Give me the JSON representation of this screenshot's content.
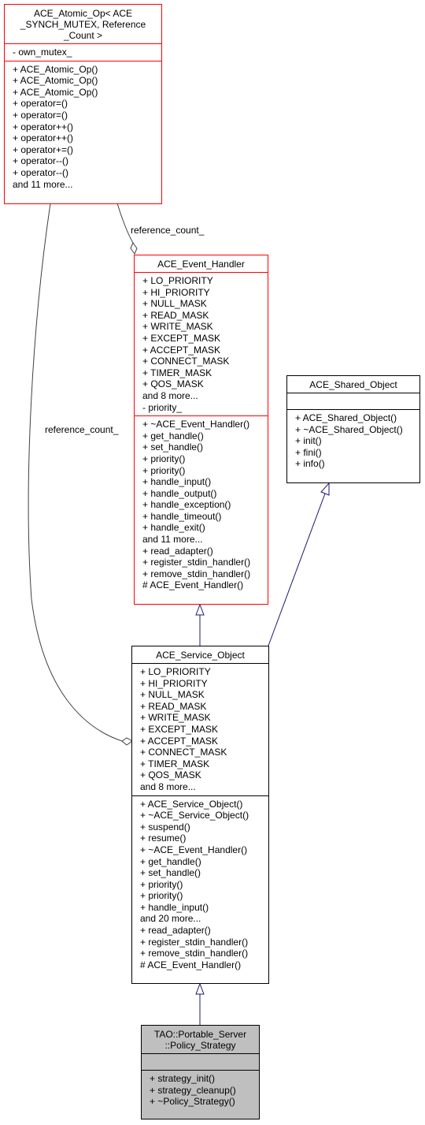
{
  "classes": {
    "atomic_op": {
      "title_lines": [
        "ACE_Atomic_Op< ACE",
        "_SYNCH_MUTEX, Reference",
        "_Count >"
      ],
      "attributes": [
        "- own_mutex_"
      ],
      "methods": [
        "+ ACE_Atomic_Op()",
        "+ ACE_Atomic_Op()",
        "+ ACE_Atomic_Op()",
        "+ operator=()",
        "+ operator=()",
        "+ operator++()",
        "+ operator++()",
        "+ operator+=()",
        "+ operator--()",
        "+ operator--()",
        "and 11 more..."
      ]
    },
    "event_handler": {
      "title_lines": [
        "ACE_Event_Handler"
      ],
      "attributes": [
        "+ LO_PRIORITY",
        "+ HI_PRIORITY",
        "+ NULL_MASK",
        "+ READ_MASK",
        "+ WRITE_MASK",
        "+ EXCEPT_MASK",
        "+ ACCEPT_MASK",
        "+ CONNECT_MASK",
        "+ TIMER_MASK",
        "+ QOS_MASK",
        "and 8 more...",
        "- priority_"
      ],
      "methods": [
        "+ ~ACE_Event_Handler()",
        "+ get_handle()",
        "+ set_handle()",
        "+ priority()",
        "+ priority()",
        "+ handle_input()",
        "+ handle_output()",
        "+ handle_exception()",
        "+ handle_timeout()",
        "+ handle_exit()",
        "and 11 more...",
        "+ read_adapter()",
        "+ register_stdin_handler()",
        "+ remove_stdin_handler()",
        "# ACE_Event_Handler()"
      ]
    },
    "shared_object": {
      "title_lines": [
        "ACE_Shared_Object"
      ],
      "attributes": [],
      "methods": [
        "+ ACE_Shared_Object()",
        "+ ~ACE_Shared_Object()",
        "+ init()",
        "+ fini()",
        "+ info()"
      ]
    },
    "service_object": {
      "title_lines": [
        "ACE_Service_Object"
      ],
      "attributes": [
        "+ LO_PRIORITY",
        "+ HI_PRIORITY",
        "+ NULL_MASK",
        "+ READ_MASK",
        "+ WRITE_MASK",
        "+ EXCEPT_MASK",
        "+ ACCEPT_MASK",
        "+ CONNECT_MASK",
        "+ TIMER_MASK",
        "+ QOS_MASK",
        "and 8 more..."
      ],
      "methods": [
        "+ ACE_Service_Object()",
        "+ ~ACE_Service_Object()",
        "+ suspend()",
        "+ resume()",
        "+ ~ACE_Event_Handler()",
        "+ get_handle()",
        "+ set_handle()",
        "+ priority()",
        "+ priority()",
        "+ handle_input()",
        "and 20 more...",
        "+ read_adapter()",
        "+ register_stdin_handler()",
        "+ remove_stdin_handler()",
        "# ACE_Event_Handler()"
      ]
    },
    "policy_strategy": {
      "title_lines": [
        "TAO::Portable_Server",
        "::Policy_Strategy"
      ],
      "attributes": [],
      "methods": [
        "+ strategy_init()",
        "+ strategy_cleanup()",
        "+ ~Policy_Strategy()"
      ]
    }
  },
  "edge_labels": {
    "reference_count_upper": "reference_count_",
    "reference_count_left": "reference_count_"
  },
  "colors": {
    "inheritance_edge": "#191970",
    "association_edge": "#404040",
    "highlight_border": "#ff0000",
    "focus_fill": "#bfbfbf"
  }
}
